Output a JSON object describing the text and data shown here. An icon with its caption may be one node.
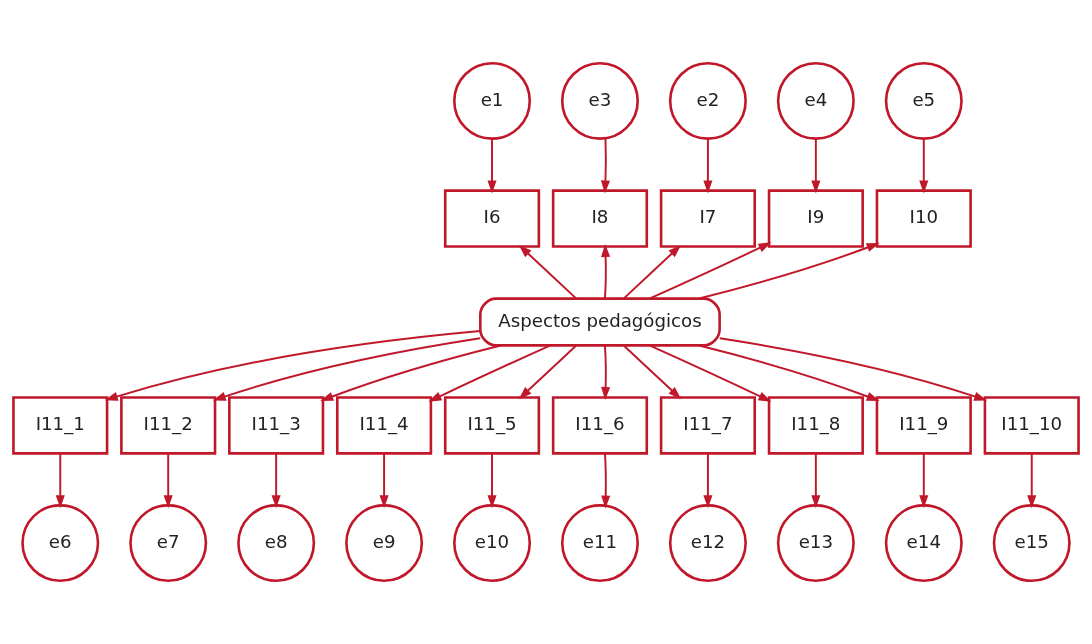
{
  "diagram": {
    "nodes": [
      {
        "text": [
          "e1"
        ]
      },
      {
        "text": [
          "e2"
        ]
      },
      {
        "text": [
          "e3"
        ]
      },
      {
        "text": [
          "e4"
        ]
      },
      {
        "text": [
          "e5"
        ]
      },
      {
        "text": [
          "I6"
        ]
      },
      {
        "text": [
          "I7"
        ]
      },
      {
        "text": [
          "I8"
        ]
      },
      {
        "text": [
          "I9"
        ]
      },
      {
        "text": [
          "I10"
        ]
      },
      {
        "text": [
          "Aspectos pedagógicos"
        ]
      },
      {
        "text": [
          "I11_1"
        ]
      },
      {
        "text": [
          "I11_2"
        ]
      },
      {
        "text": [
          "I11_3"
        ]
      },
      {
        "text": [
          "I11_4"
        ]
      },
      {
        "text": [
          "I11_5"
        ]
      },
      {
        "text": [
          "I11_6"
        ]
      },
      {
        "text": [
          "I11_7"
        ]
      },
      {
        "text": [
          "I11_8"
        ]
      },
      {
        "text": [
          "I11_9"
        ]
      },
      {
        "text": [
          "I11_10"
        ]
      },
      {
        "text": [
          "e6"
        ]
      },
      {
        "text": [
          "e7"
        ]
      },
      {
        "text": [
          "e8"
        ]
      },
      {
        "text": [
          "e9"
        ]
      },
      {
        "text": [
          "e10"
        ]
      },
      {
        "text": [
          "e11"
        ]
      },
      {
        "text": [
          "e12"
        ]
      },
      {
        "text": [
          "e13"
        ]
      },
      {
        "text": [
          "e14"
        ]
      },
      {
        "text": [
          "e15"
        ]
      }
    ],
    "edges": [
      {
        "from": 0,
        "to": 5,
        "arrow": "to"
      },
      {
        "from": 1,
        "to": 6,
        "arrow": "to"
      },
      {
        "from": 2,
        "to": 7,
        "arrow": "to"
      },
      {
        "from": 3,
        "to": 8,
        "arrow": "to"
      },
      {
        "from": 4,
        "to": 9,
        "arrow": "to"
      },
      {
        "from": 10,
        "to": 5,
        "arrow": "to"
      },
      {
        "from": 10,
        "to": 6,
        "arrow": "to"
      },
      {
        "from": 10,
        "to": 7,
        "arrow": "to"
      },
      {
        "from": 10,
        "to": 8,
        "arrow": "to"
      },
      {
        "from": 10,
        "to": 9,
        "arrow": "to"
      },
      {
        "from": 10,
        "to": 11,
        "arrow": "to"
      },
      {
        "from": 10,
        "to": 12,
        "arrow": "to"
      },
      {
        "from": 10,
        "to": 13,
        "arrow": "to"
      },
      {
        "from": 10,
        "to": 14,
        "arrow": "to"
      },
      {
        "from": 10,
        "to": 15,
        "arrow": "to"
      },
      {
        "from": 10,
        "to": 16,
        "arrow": "to"
      },
      {
        "from": 10,
        "to": 17,
        "arrow": "to"
      },
      {
        "from": 10,
        "to": 18,
        "arrow": "to"
      },
      {
        "from": 10,
        "to": 19,
        "arrow": "to"
      },
      {
        "from": 10,
        "to": 20,
        "arrow": "to"
      },
      {
        "from": 11,
        "to": 21,
        "arrow": "to"
      },
      {
        "from": 12,
        "to": 22,
        "arrow": "to"
      },
      {
        "from": 13,
        "to": 23,
        "arrow": "to"
      },
      {
        "from": 14,
        "to": 24,
        "arrow": "to"
      },
      {
        "from": 15,
        "to": 25,
        "arrow": "to"
      },
      {
        "from": 16,
        "to": 26,
        "arrow": "to"
      },
      {
        "from": 17,
        "to": 27,
        "arrow": "to"
      },
      {
        "from": 18,
        "to": 28,
        "arrow": "to"
      },
      {
        "from": 19,
        "to": 29,
        "arrow": "to"
      },
      {
        "from": 20,
        "to": 30,
        "arrow": "to"
      }
    ]
  }
}
